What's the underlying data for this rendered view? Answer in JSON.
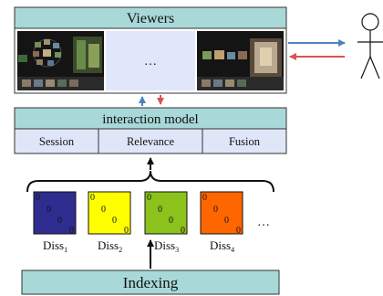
{
  "viewers": {
    "title": "Viewers",
    "ellipsis": "…"
  },
  "interaction_model": {
    "title": "interaction model",
    "modules": [
      "Session",
      "Relevance",
      "Fusion"
    ]
  },
  "matrices": {
    "entries": "0",
    "labels": [
      {
        "base": "Diss",
        "sub": "1"
      },
      {
        "base": "Diss",
        "sub": "2"
      },
      {
        "base": "Diss",
        "sub": "3"
      },
      {
        "base": "Diss",
        "sub": "4"
      }
    ],
    "more": "…"
  },
  "indexing": {
    "title": "Indexing"
  },
  "colors": {
    "header_fill": "#a8d8d8",
    "module_fill": "#dfe6f7",
    "ellipsis_panel": "#e1e7fa",
    "arrow_blue": "#4f81bd",
    "arrow_red": "#d9534f",
    "matrix_fills": [
      "#2e2d8f",
      "#ffff00",
      "#8cc21c",
      "#ff6600"
    ]
  }
}
